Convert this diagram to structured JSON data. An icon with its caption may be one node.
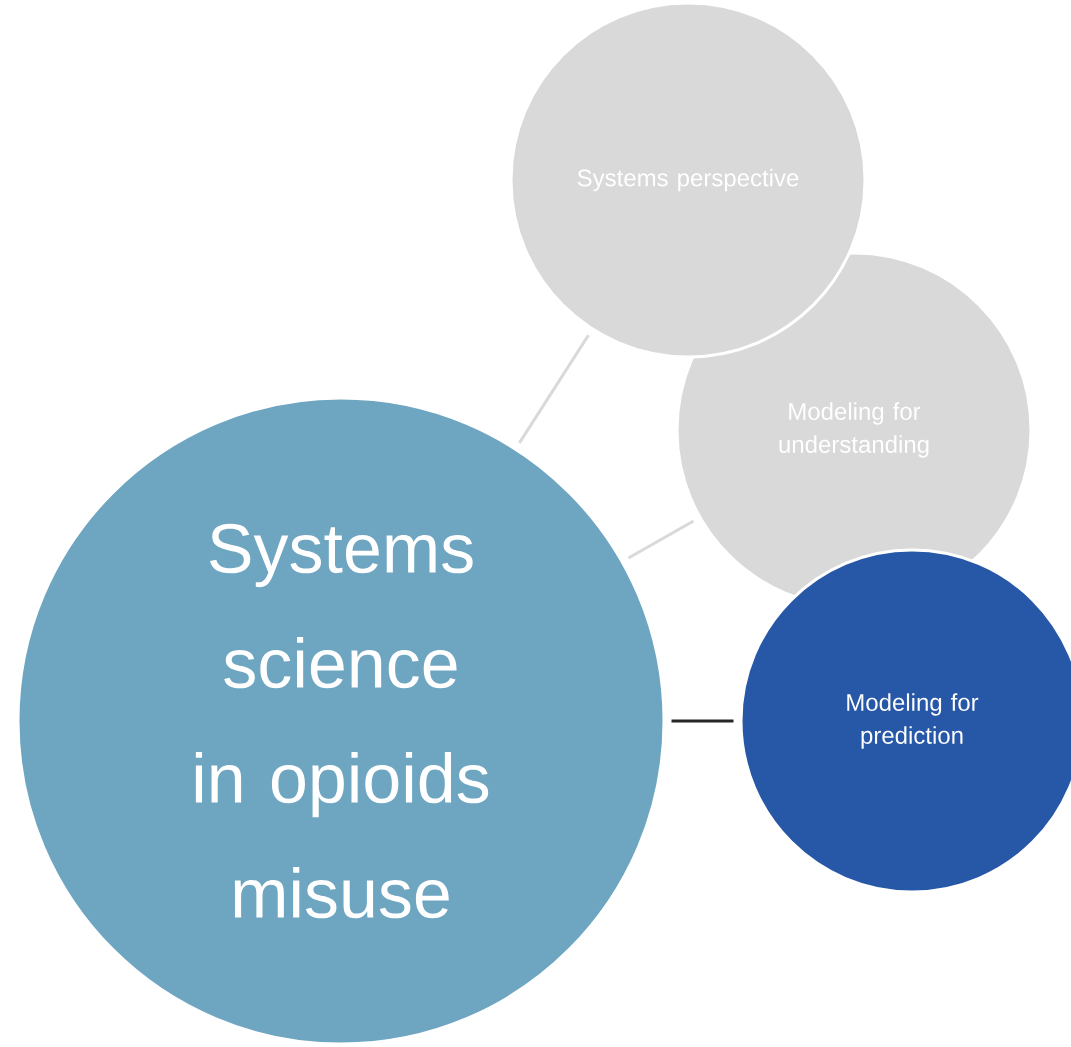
{
  "diagram": {
    "nodes": [
      {
        "text": [
          "Systems science in opioids misuse"
        ]
      },
      {
        "text": [
          "Systems perspective"
        ]
      },
      {
        "text": [
          "Modeling for understanding"
        ]
      },
      {
        "text": [
          "Modeling for prediction"
        ]
      }
    ],
    "edges": [
      {
        "from": 0,
        "to": 1,
        "arrow": "none"
      },
      {
        "from": 0,
        "to": 2,
        "arrow": "none"
      },
      {
        "from": 0,
        "to": 3,
        "arrow": "none",
        "color": "#262626"
      }
    ]
  }
}
